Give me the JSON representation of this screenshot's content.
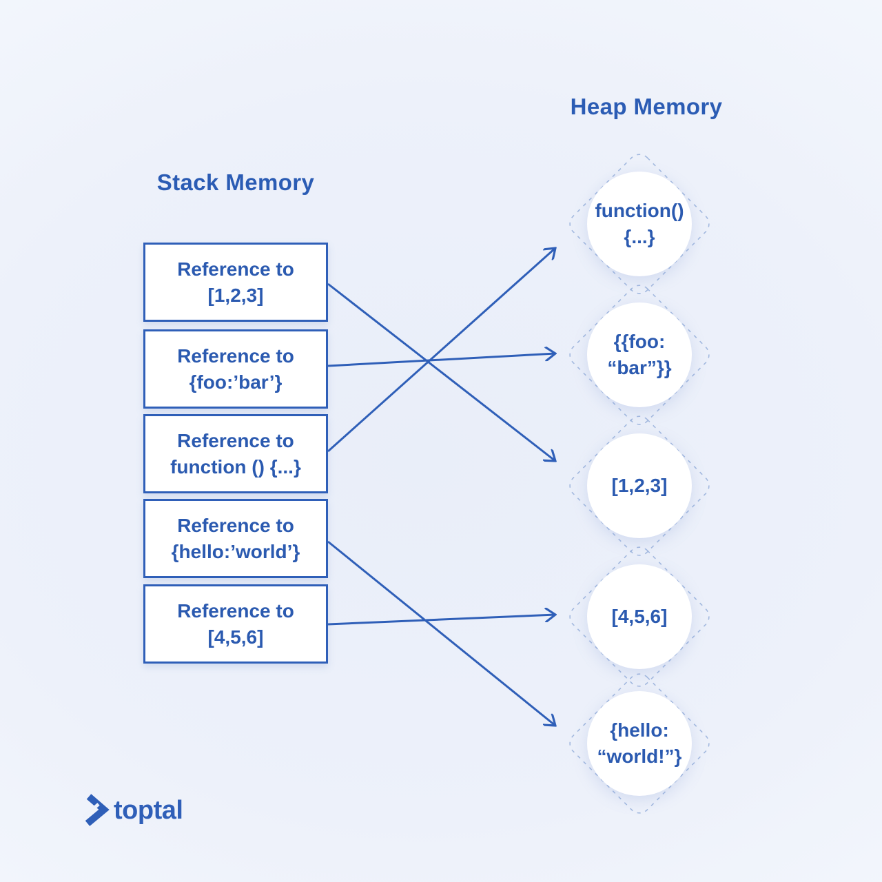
{
  "titles": {
    "stack": "Stack Memory",
    "heap": "Heap Memory"
  },
  "stack_items": [
    {
      "label": "Reference to\n[1,2,3]"
    },
    {
      "label": "Reference to\n{foo:’bar’}"
    },
    {
      "label": "Reference to\nfunction () {...}"
    },
    {
      "label": "Reference to\n{hello:’world’}"
    },
    {
      "label": "Reference to\n[4,5,6]"
    }
  ],
  "heap_items": [
    {
      "label": "function()\n{...}"
    },
    {
      "label": "{{foo:\n“bar”}}"
    },
    {
      "label": "[1,2,3]"
    },
    {
      "label": "[4,5,6]"
    },
    {
      "label": "{hello:\n“world!”}"
    }
  ],
  "connections": [
    {
      "from": "Reference to [1,2,3]",
      "to": "[1,2,3]"
    },
    {
      "from": "Reference to {foo:’bar’}",
      "to": "{{foo: “bar”}}"
    },
    {
      "from": "Reference to function () {...}",
      "to": "function() {...}"
    },
    {
      "from": "Reference to {hello:’world’}",
      "to": "{hello: “world!”}"
    },
    {
      "from": "Reference to [4,5,6]",
      "to": "[4,5,6]"
    }
  ],
  "logo": {
    "text": "toptal"
  },
  "colors": {
    "accent_stroke": "#2f5fb8",
    "text_blue": "#2b5ab0",
    "title_blue": "#2b5cb4",
    "dashed_outline": "#a3b9df",
    "node_bg": "#ffffff"
  }
}
